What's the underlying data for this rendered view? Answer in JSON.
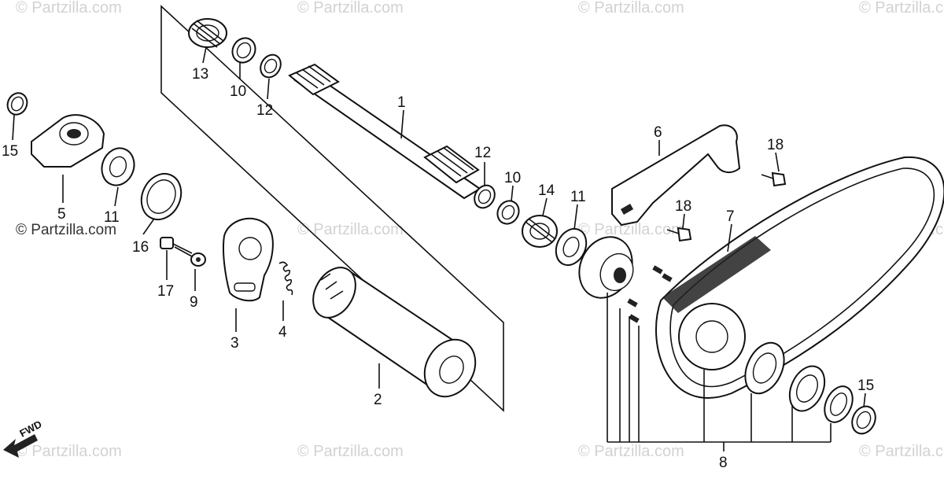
{
  "watermarks": {
    "tile": "© Partzilla.com",
    "inline": "© Partzilla.com"
  },
  "fwd_label": "FWD",
  "callouts": [
    {
      "id": "1",
      "text": "1"
    },
    {
      "id": "2",
      "text": "2"
    },
    {
      "id": "3",
      "text": "3"
    },
    {
      "id": "4",
      "text": "4"
    },
    {
      "id": "5",
      "text": "5"
    },
    {
      "id": "6",
      "text": "6"
    },
    {
      "id": "7",
      "text": "7"
    },
    {
      "id": "8",
      "text": "8"
    },
    {
      "id": "9",
      "text": "9"
    },
    {
      "id": "10a",
      "text": "10"
    },
    {
      "id": "10b",
      "text": "10"
    },
    {
      "id": "11a",
      "text": "11"
    },
    {
      "id": "11b",
      "text": "11"
    },
    {
      "id": "12a",
      "text": "12"
    },
    {
      "id": "12b",
      "text": "12"
    },
    {
      "id": "13",
      "text": "13"
    },
    {
      "id": "14",
      "text": "14"
    },
    {
      "id": "15a",
      "text": "15"
    },
    {
      "id": "15b",
      "text": "15"
    },
    {
      "id": "16",
      "text": "16"
    },
    {
      "id": "17",
      "text": "17"
    },
    {
      "id": "18a",
      "text": "18"
    },
    {
      "id": "18b",
      "text": "18"
    }
  ]
}
